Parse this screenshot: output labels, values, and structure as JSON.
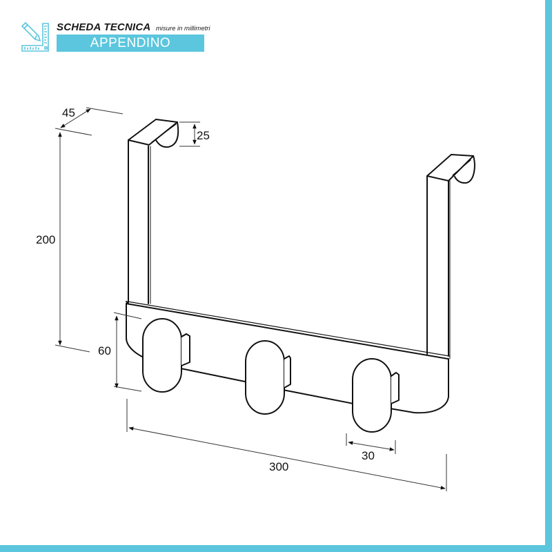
{
  "header": {
    "title": "SCHEDA TECNICA",
    "subtitle": "misure in millimetri",
    "product_name": "APPENDINO",
    "icon": "ruler-pencil-icon"
  },
  "colors": {
    "accent": "#5bc6dd",
    "line": "#111111",
    "dimension_line": "#333333",
    "background": "#ffffff"
  },
  "dimensions": {
    "depth": "45",
    "hook_height": "25",
    "total_height": "200",
    "bar_height": "60",
    "total_width": "300",
    "knob_width": "30"
  }
}
